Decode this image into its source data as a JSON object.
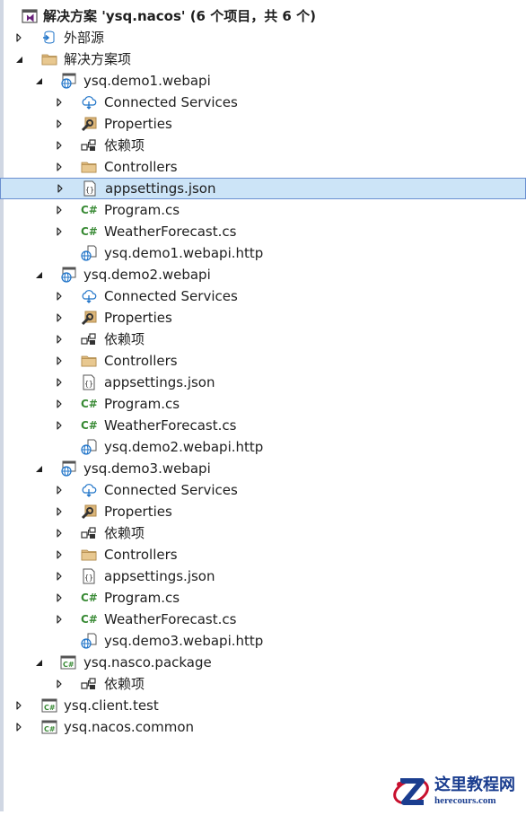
{
  "solution_title": "解决方案 'ysq.nacos' (6 个项目，共 6 个)",
  "tree": [
    {
      "label": "外部源",
      "icon": "external-source-icon",
      "arrow": "collapsed",
      "level": 1
    },
    {
      "label": "解决方案项",
      "icon": "folder-icon",
      "arrow": "expanded",
      "level": 1
    },
    {
      "label": "ysq.demo1.webapi",
      "icon": "web-project-icon",
      "arrow": "expanded",
      "level": 2
    },
    {
      "label": "Connected Services",
      "icon": "connected-services-icon",
      "arrow": "collapsed",
      "level": 3
    },
    {
      "label": "Properties",
      "icon": "properties-icon",
      "arrow": "collapsed",
      "level": 3
    },
    {
      "label": "依赖项",
      "icon": "dependencies-icon",
      "arrow": "collapsed",
      "level": 3
    },
    {
      "label": "Controllers",
      "icon": "folder-icon",
      "arrow": "collapsed",
      "level": 3
    },
    {
      "label": "appsettings.json",
      "icon": "json-file-icon",
      "arrow": "collapsed",
      "level": 3,
      "selected": true
    },
    {
      "label": "Program.cs",
      "icon": "csharp-file-icon",
      "arrow": "collapsed",
      "level": 3
    },
    {
      "label": "WeatherForecast.cs",
      "icon": "csharp-file-icon",
      "arrow": "collapsed",
      "level": 3
    },
    {
      "label": "ysq.demo1.webapi.http",
      "icon": "http-file-icon",
      "arrow": "none",
      "level": 3
    },
    {
      "label": "ysq.demo2.webapi",
      "icon": "web-project-icon",
      "arrow": "expanded",
      "level": 2
    },
    {
      "label": "Connected Services",
      "icon": "connected-services-icon",
      "arrow": "collapsed",
      "level": 3
    },
    {
      "label": "Properties",
      "icon": "properties-icon",
      "arrow": "collapsed",
      "level": 3
    },
    {
      "label": "依赖项",
      "icon": "dependencies-icon",
      "arrow": "collapsed",
      "level": 3
    },
    {
      "label": "Controllers",
      "icon": "folder-icon",
      "arrow": "collapsed",
      "level": 3
    },
    {
      "label": "appsettings.json",
      "icon": "json-file-icon",
      "arrow": "collapsed",
      "level": 3
    },
    {
      "label": "Program.cs",
      "icon": "csharp-file-icon",
      "arrow": "collapsed",
      "level": 3
    },
    {
      "label": "WeatherForecast.cs",
      "icon": "csharp-file-icon",
      "arrow": "collapsed",
      "level": 3
    },
    {
      "label": "ysq.demo2.webapi.http",
      "icon": "http-file-icon",
      "arrow": "none",
      "level": 3
    },
    {
      "label": "ysq.demo3.webapi",
      "icon": "web-project-icon",
      "arrow": "expanded",
      "level": 2
    },
    {
      "label": "Connected Services",
      "icon": "connected-services-icon",
      "arrow": "collapsed",
      "level": 3
    },
    {
      "label": "Properties",
      "icon": "properties-icon",
      "arrow": "collapsed",
      "level": 3
    },
    {
      "label": "依赖项",
      "icon": "dependencies-icon",
      "arrow": "collapsed",
      "level": 3
    },
    {
      "label": "Controllers",
      "icon": "folder-icon",
      "arrow": "collapsed",
      "level": 3
    },
    {
      "label": "appsettings.json",
      "icon": "json-file-icon",
      "arrow": "collapsed",
      "level": 3
    },
    {
      "label": "Program.cs",
      "icon": "csharp-file-icon",
      "arrow": "collapsed",
      "level": 3
    },
    {
      "label": "WeatherForecast.cs",
      "icon": "csharp-file-icon",
      "arrow": "collapsed",
      "level": 3
    },
    {
      "label": "ysq.demo3.webapi.http",
      "icon": "http-file-icon",
      "arrow": "none",
      "level": 3
    },
    {
      "label": "ysq.nasco.package",
      "icon": "csharp-project-icon",
      "arrow": "expanded",
      "level": 2
    },
    {
      "label": "依赖项",
      "icon": "dependencies-icon",
      "arrow": "collapsed",
      "level": 3
    },
    {
      "label": "ysq.client.test",
      "icon": "csharp-project-icon",
      "arrow": "collapsed",
      "level": 1
    },
    {
      "label": "ysq.nacos.common",
      "icon": "csharp-project-icon",
      "arrow": "collapsed",
      "level": 1
    }
  ],
  "watermark": {
    "name": "这里教程网",
    "url": "herecours.com"
  },
  "colors": {
    "selection": "#cce4f7",
    "selection_border": "#6a8fd0",
    "csharp_green": "#388a34",
    "folder": "#dcb67a",
    "accent_blue": "#1a3d8f"
  }
}
